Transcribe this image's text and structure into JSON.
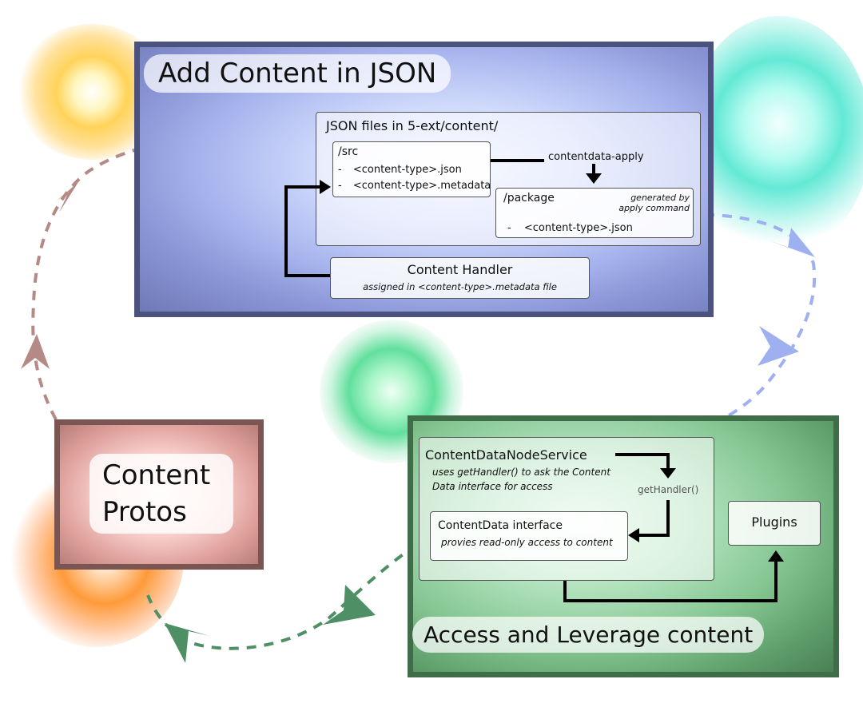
{
  "top_panel": {
    "title": "Add Content in JSON",
    "json_files_label": "JSON files in 5-ext/content/",
    "src_label": "/src",
    "src_items": [
      "<content-type>.json",
      "<content-type>.metadata"
    ],
    "apply_label": "contentdata-apply",
    "package_label": "/package",
    "package_note": [
      "generated by",
      "apply command"
    ],
    "package_items": [
      "<content-type>.json"
    ],
    "handler_title": "Content Handler",
    "handler_note": "assigned in <content-type>.metadata file",
    "bullet": "-"
  },
  "bottom_panel": {
    "title": "Access and Leverage content",
    "service_title": "ContentDataNodeService",
    "service_note": [
      "uses getHandler() to ask the Content",
      "Data interface for access"
    ],
    "gethandler_label": "getHandler()",
    "interface_title": "ContentData interface",
    "interface_note": "provies read-only access to content",
    "plugins_label": "Plugins"
  },
  "left_panel": {
    "title_lines": [
      "Content",
      "Protos"
    ]
  },
  "colors": {
    "blue_panel": "#8a96d6",
    "green_panel": "#86c794",
    "pink_panel": "#fad2ce",
    "arrow_brown": "#b58a86",
    "arrow_blue": "#9fb0f0",
    "arrow_green": "#4e8f65"
  }
}
